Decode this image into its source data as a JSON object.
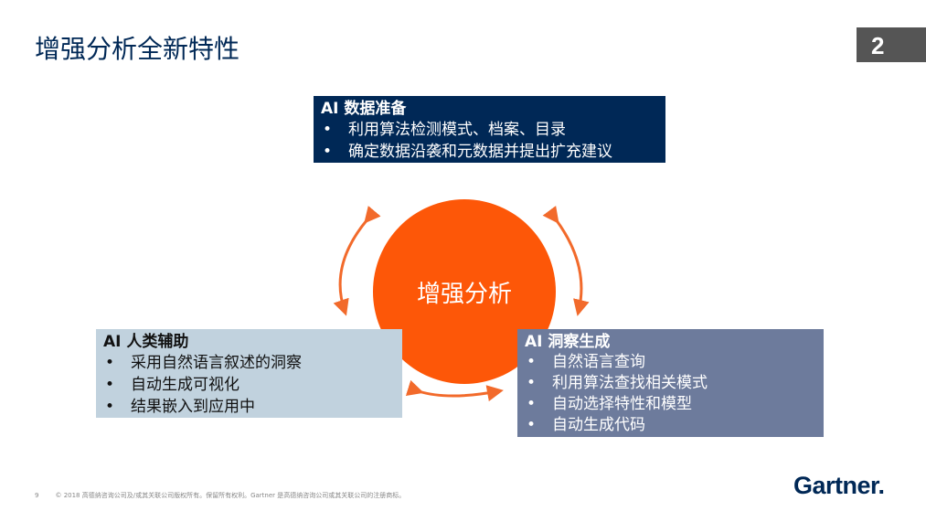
{
  "title": "增强分析全新特性",
  "page_badge": "2",
  "center": "增强分析",
  "prep": {
    "heading": "AI 数据准备",
    "items": [
      "利用算法检测模式、档案、目录",
      "确定数据沿袭和元数据并提出扩充建议"
    ]
  },
  "human": {
    "heading": "AI 人类辅助",
    "items": [
      "采用自然语言叙述的洞察",
      "自动生成可视化",
      "结果嵌入到应用中"
    ]
  },
  "insight": {
    "heading": "AI 洞察生成",
    "items": [
      "自然语言查询",
      "利用算法查找相关模式",
      "自动选择特性和模型",
      "自动生成代码"
    ]
  },
  "footer": {
    "page": "9",
    "copyright": "© 2018 高德纳咨询公司及/或其关联公司版权所有。保留所有权利。Gartner 是高德纳咨询公司或其关联公司的注册商标。"
  },
  "logo": "Gartner.",
  "colors": {
    "navy": "#002856",
    "orange": "#fd5708",
    "light": "#c1d2de",
    "slate": "#6d7b9c"
  }
}
